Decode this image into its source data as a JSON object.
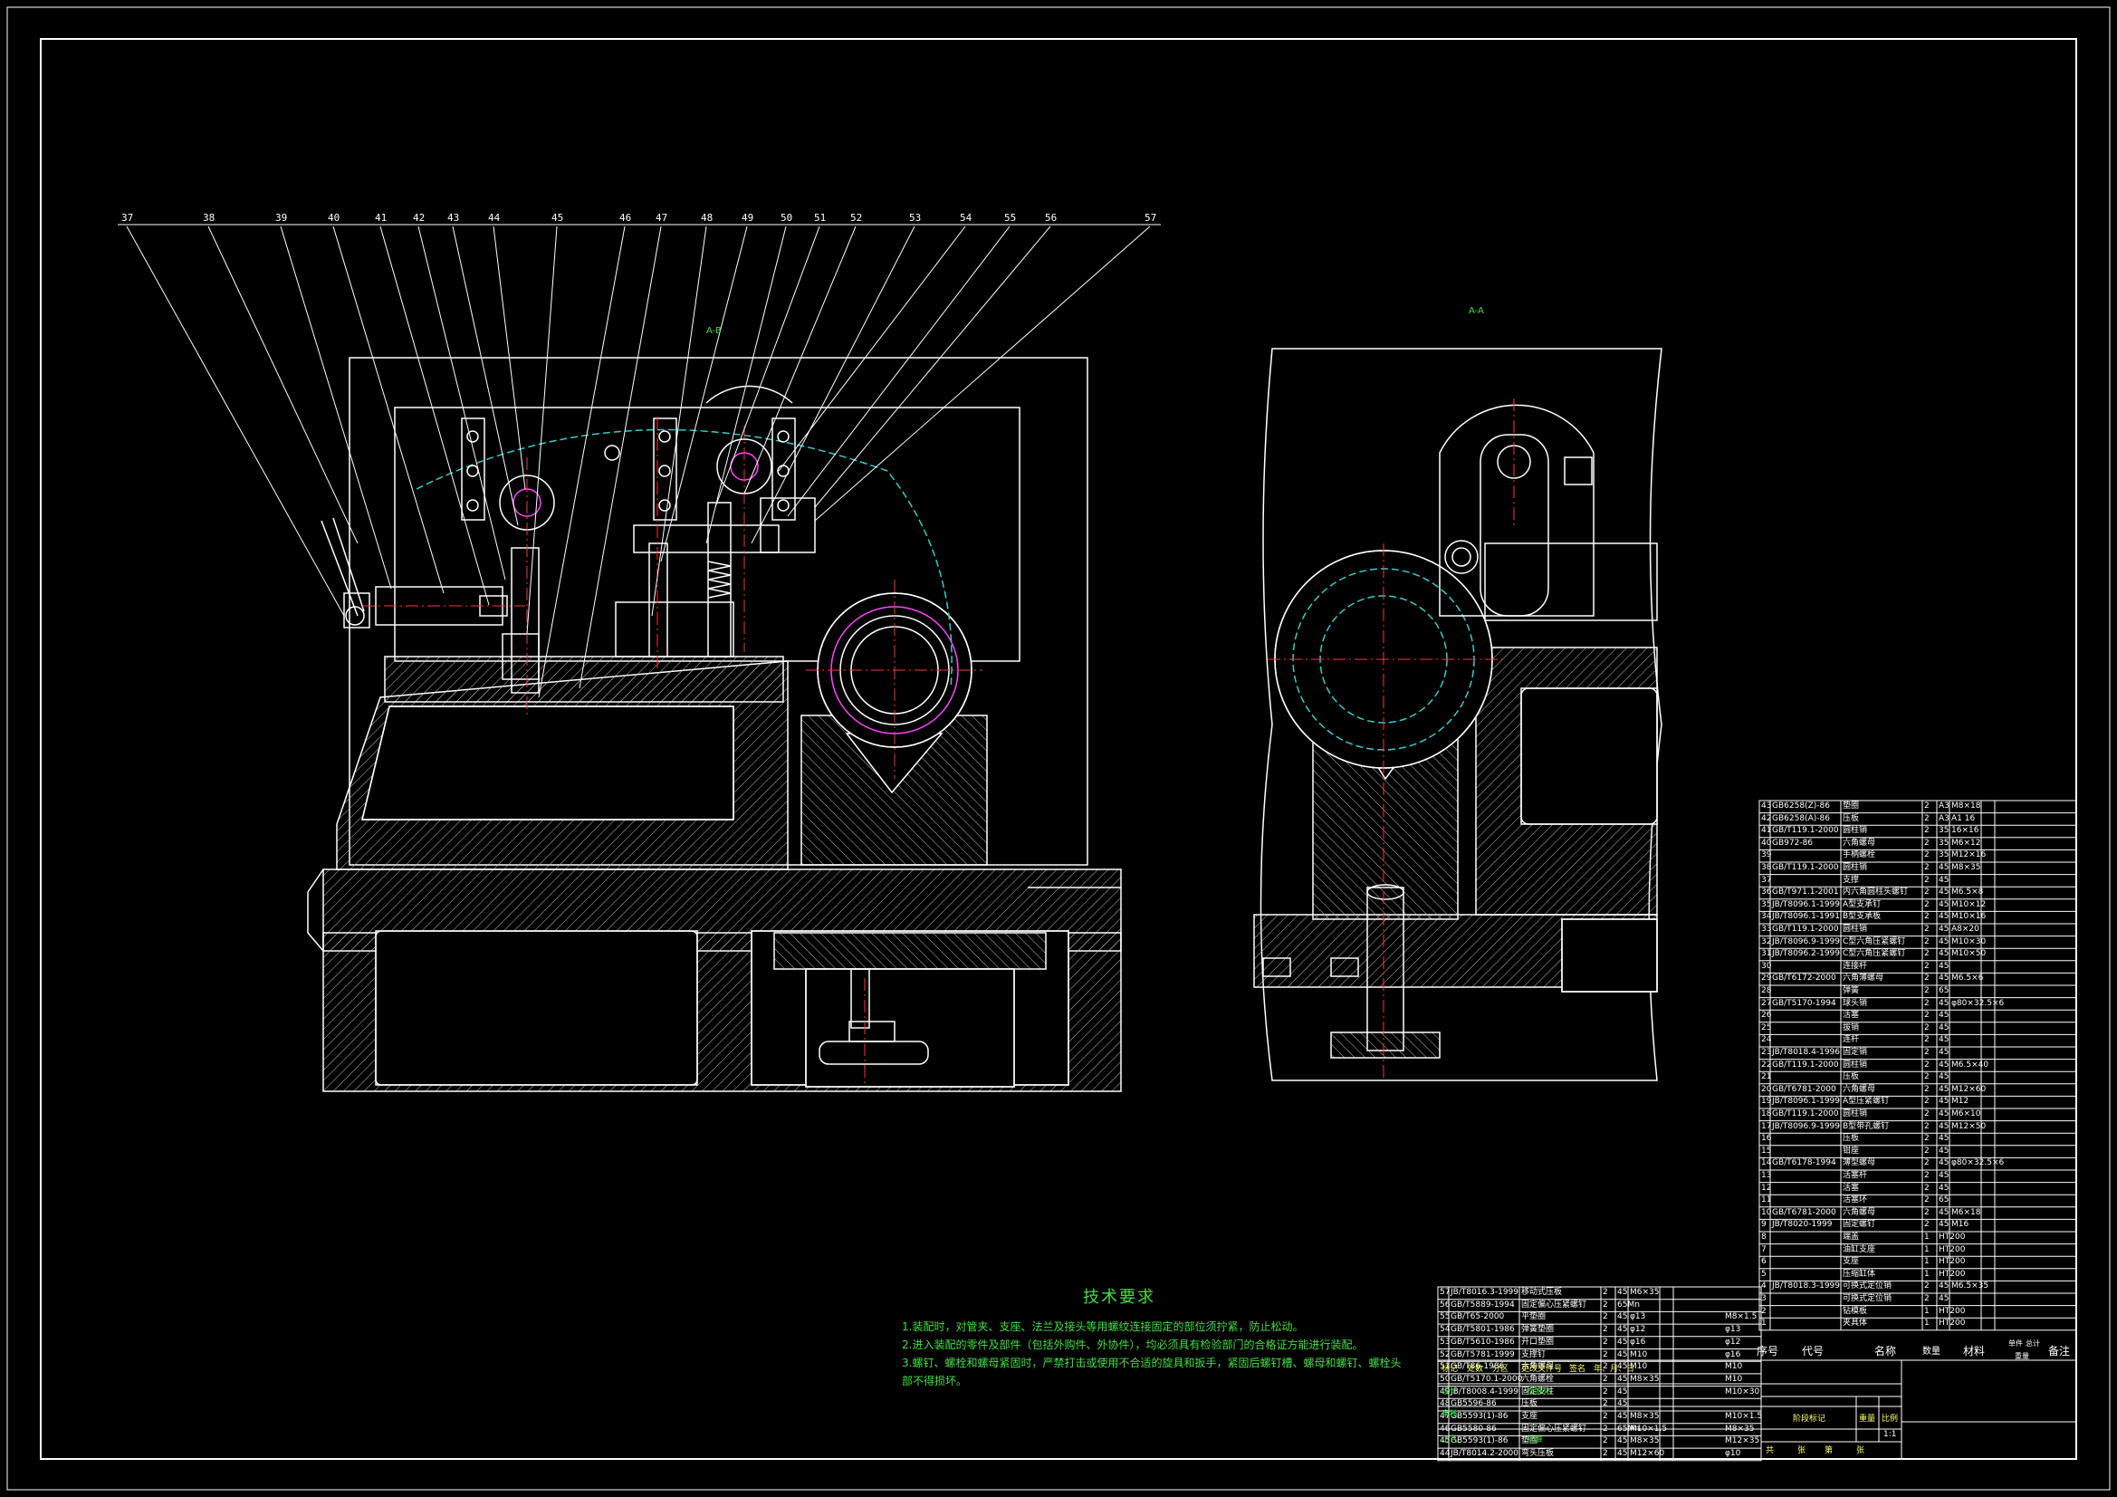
{
  "view_labels": {
    "main": "A-B",
    "side": "A-A"
  },
  "leader_numbers": [
    "37",
    "38",
    "39",
    "40",
    "41",
    "42",
    "43",
    "44",
    "45",
    "46",
    "47",
    "48",
    "49",
    "50",
    "51",
    "52",
    "53",
    "54",
    "55",
    "56",
    "57"
  ],
  "technical_requirements": {
    "title": "技术要求",
    "lines": [
      "1.装配时，对管夹、支座、法兰及接头等用螺纹连接固定的部位须拧紧，防止松动。",
      "2.进入装配的零件及部件（包括外购件、外协件），均必须具有检验部门的合格证方能进行装配。",
      "3.螺钉、螺栓和螺母紧固时，严禁打击或使用不合适的旋具和扳手，紧固后螺钉槽、螺母和螺钉、螺栓头",
      "部不得损坏。"
    ]
  },
  "bom_right": [
    [
      "43",
      "GB6258(Z)-86",
      "垫圈",
      "2",
      "A3",
      "M8×18"
    ],
    [
      "42",
      "GB6258(A)-86",
      "压板",
      "2",
      "A3",
      "A1 16"
    ],
    [
      "41",
      "GB/T119.1-2000",
      "圆柱销",
      "2",
      "35",
      "16×16"
    ],
    [
      "40",
      "GB972-86",
      "六角螺母",
      "2",
      "35",
      "M6×12"
    ],
    [
      "39",
      "",
      "手柄螺栓",
      "2",
      "35",
      "M12×16"
    ],
    [
      "38",
      "GB/T119.1-2000",
      "圆柱销",
      "2",
      "45",
      "M8×35"
    ],
    [
      "37",
      "",
      "支撑",
      "2",
      "45",
      ""
    ],
    [
      "36",
      "GB/T971.1-2001",
      "内六角圆柱头螺钉",
      "2",
      "45",
      "M6.5×8"
    ],
    [
      "35",
      "JB/T8096.1-1999",
      "A型支承钉",
      "2",
      "45",
      "M10×12"
    ],
    [
      "34",
      "JB/T8096.1-1991",
      "B型支承板",
      "2",
      "45",
      "M10×16"
    ],
    [
      "33",
      "GB/T119.1-2000",
      "圆柱销",
      "2",
      "45",
      "A8×20"
    ],
    [
      "32",
      "JB/T8096.9-1999",
      "C型六角压紧螺钉",
      "2",
      "45",
      "M10×30"
    ],
    [
      "31",
      "JB/T8096.2-1999",
      "C型六角压紧螺钉",
      "2",
      "45",
      "M10×50"
    ],
    [
      "30",
      "",
      "连接杆",
      "2",
      "45",
      ""
    ],
    [
      "29",
      "GB/T6172-2000",
      "六角薄螺母",
      "2",
      "45",
      "M6.5×6"
    ],
    [
      "28",
      "",
      "弹簧",
      "2",
      "65",
      ""
    ],
    [
      "27",
      "GB/T5170-1994",
      "球头销",
      "2",
      "45",
      "φ80×32.5×6"
    ],
    [
      "26",
      "",
      "活塞",
      "2",
      "45",
      ""
    ],
    [
      "25",
      "",
      "拔销",
      "2",
      "45",
      ""
    ],
    [
      "24",
      "",
      "连杆",
      "2",
      "45",
      ""
    ],
    [
      "23",
      "JB/T8018.4-1996",
      "固定销",
      "2",
      "45",
      ""
    ],
    [
      "22",
      "GB/T119.1-2000",
      "圆柱销",
      "2",
      "45",
      "M6.5×40"
    ],
    [
      "21",
      "",
      "压板",
      "2",
      "45",
      ""
    ],
    [
      "20",
      "GB/T6781-2000",
      "六角螺母",
      "2",
      "45",
      "M12×60"
    ],
    [
      "19",
      "JB/T8096.1-1999",
      "A型压紧螺钉",
      "2",
      "45",
      "M12"
    ],
    [
      "18",
      "GB/T119.1-2000",
      "圆柱销",
      "2",
      "45",
      "M6×10"
    ],
    [
      "17",
      "JB/T8096.9-1999",
      "B型带孔螺钉",
      "2",
      "45",
      "M12×50"
    ],
    [
      "16",
      "",
      "压板",
      "2",
      "45",
      ""
    ],
    [
      "15",
      "",
      "钳座",
      "2",
      "45",
      ""
    ],
    [
      "14",
      "GB/T6178-1994",
      "薄型螺母",
      "2",
      "45",
      "φ80×32.5×6"
    ],
    [
      "13",
      "",
      "活塞杆",
      "2",
      "45",
      ""
    ],
    [
      "12",
      "",
      "活塞",
      "2",
      "45",
      ""
    ],
    [
      "11",
      "",
      "活塞环",
      "2",
      "65",
      ""
    ],
    [
      "10",
      "GB/T6781-2000",
      "六角螺母",
      "2",
      "45",
      "M6×18"
    ],
    [
      "9",
      "JB/T8020-1999",
      "固定螺钉",
      "2",
      "45",
      "M16"
    ],
    [
      "8",
      "",
      "端盖",
      "1",
      "HT200",
      ""
    ],
    [
      "7",
      "",
      "油缸支座",
      "1",
      "HT200",
      ""
    ],
    [
      "6",
      "",
      "支座",
      "1",
      "HT200",
      ""
    ],
    [
      "5",
      "",
      "压缩缸体",
      "1",
      "HT200",
      ""
    ],
    [
      "4",
      "JB/T8018.3-1999",
      "可换式定位销",
      "2",
      "45",
      "M6.5×35"
    ],
    [
      "3",
      "",
      "可换式定位销",
      "2",
      "45",
      ""
    ],
    [
      "2",
      "",
      "钻模板",
      "1",
      "HT200",
      ""
    ],
    [
      "1",
      "",
      "夹具体",
      "1",
      "HT200",
      ""
    ]
  ],
  "bom_headers": [
    "序号",
    "代号",
    "名称",
    "数量",
    "材料",
    "单件",
    "总计",
    "备注"
  ],
  "bom_header_sub": "重量",
  "bom_left": [
    [
      "57",
      "JB/T8016.3-1999",
      "移动式压板",
      "2",
      "45",
      "M6×35"
    ],
    [
      "56",
      "GB/T5889-1994",
      "固定偏心压紧螺钉",
      "2",
      "65Mn",
      ""
    ],
    [
      "55",
      "GB/T65-2000",
      "平垫圈",
      "2",
      "45",
      "φ13"
    ],
    [
      "54",
      "GB/T5801-1986",
      "弹簧垫圈",
      "2",
      "45",
      "φ12"
    ],
    [
      "53",
      "GB/T5610-1986",
      "开口垫圈",
      "2",
      "45",
      "φ16"
    ],
    [
      "52",
      "GB/T5781-1999",
      "支撑钉",
      "2",
      "45",
      "M10"
    ],
    [
      "51",
      "GB/T86-1986",
      "六角螺母",
      "2",
      "45",
      "M10"
    ],
    [
      "50",
      "GB/T5170.1-2000",
      "六角螺栓",
      "2",
      "45",
      "M8×35"
    ],
    [
      "49",
      "JB/T8008.4-1999",
      "固定支柱",
      "2",
      "45",
      ""
    ],
    [
      "48",
      "GB5596-86",
      "压板",
      "2",
      "45",
      ""
    ],
    [
      "47",
      "GB5593(1)-86",
      "支座",
      "2",
      "45",
      "M8×35"
    ],
    [
      "46",
      "GB5580-86",
      "固定偏心压紧螺钉",
      "2",
      "65Mn",
      "M10×1.5"
    ],
    [
      "45",
      "GB5593(1)-86",
      "垫圈",
      "2",
      "45",
      "M8×35"
    ],
    [
      "44",
      "JB/T8014.2-2000",
      "弯头压板",
      "2",
      "45",
      "M12×60"
    ]
  ],
  "bom_left_notes": [
    "M8×1.5",
    "φ13",
    "φ12",
    "φ16",
    "M10",
    "M10",
    "M10×30",
    "",
    "M10×1.5",
    "M8×35",
    "M12×35",
    "φ10"
  ],
  "title_block": {
    "row1": [
      "标记",
      "处数",
      "分区",
      "更改文件号",
      "签名",
      "年、月、日"
    ],
    "row2": [
      "设计",
      "",
      "标准化",
      ""
    ],
    "row3": [
      "审核",
      ""
    ],
    "row4": [
      "工艺",
      "",
      "批准",
      ""
    ],
    "stage_labels": [
      "阶段标记",
      "重量",
      "比例"
    ],
    "scale": "1:1",
    "sheet": [
      "共",
      "张",
      "第",
      "张"
    ]
  },
  "colors": {
    "line": "#ffffff",
    "hatch": "#cfcfcf",
    "center": "#ff3333",
    "hidden": "#33cccc",
    "magenta": "#ff44ff",
    "text_green": "#3fe03f",
    "yellow": "#ffff66",
    "blue": "#3366ff"
  }
}
